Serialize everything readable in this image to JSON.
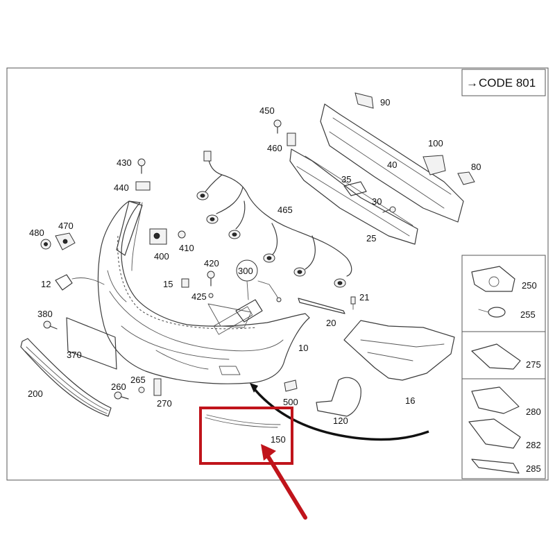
{
  "code_box": {
    "arrow": "→",
    "text": "CODE 801"
  },
  "labels": {
    "p10": "10",
    "p12": "12",
    "p15": "15",
    "p16": "16",
    "p20": "20",
    "p21": "21",
    "p25": "25",
    "p30": "30",
    "p35": "35",
    "p40": "40",
    "p80": "80",
    "p90": "90",
    "p100": "100",
    "p120": "120",
    "p150": "150",
    "p200": "200",
    "p250": "250",
    "p255": "255",
    "p260": "260",
    "p265": "265",
    "p270": "270",
    "p275": "275",
    "p280": "280",
    "p282": "282",
    "p285": "285",
    "p300": "300",
    "p370": "370",
    "p380": "380",
    "p400": "400",
    "p410": "410",
    "p420": "420",
    "p425": "425",
    "p430": "430",
    "p440": "440",
    "p450": "450",
    "p460": "460",
    "p465": "465",
    "p470": "470",
    "p480": "480",
    "p500": "500"
  },
  "highlight": {
    "part": "150",
    "color": "#c0141b"
  }
}
